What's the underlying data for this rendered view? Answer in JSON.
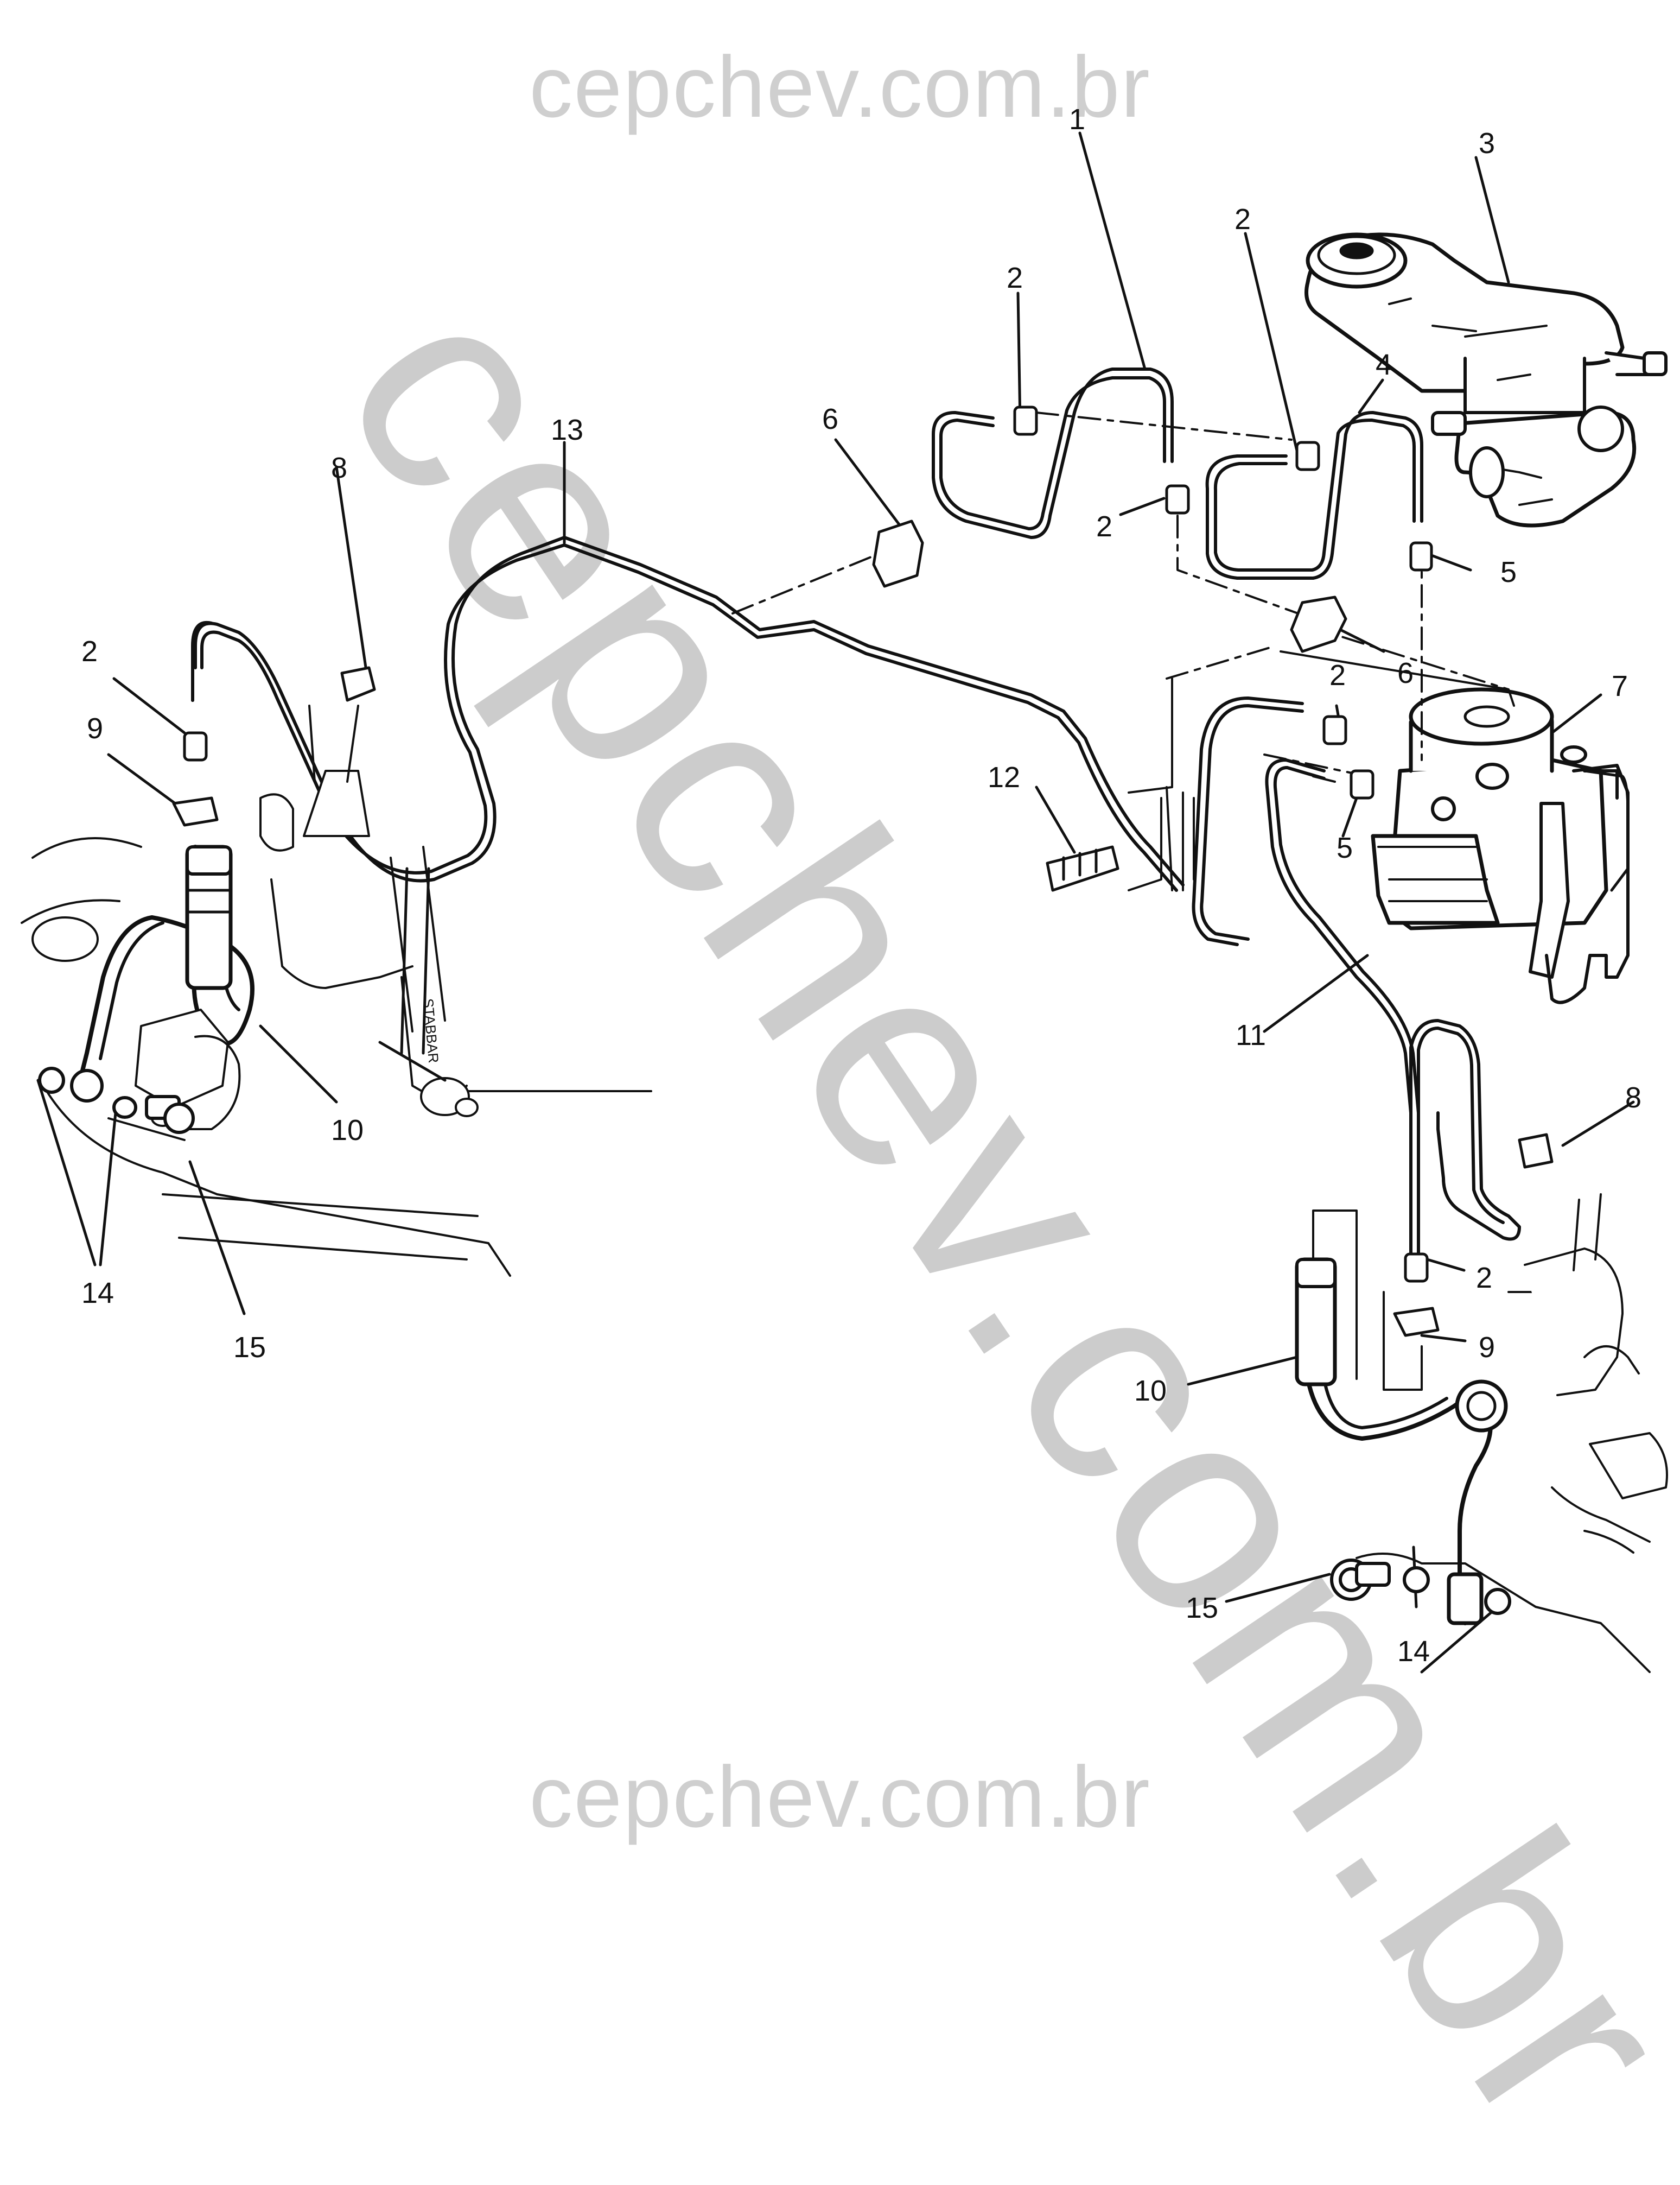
{
  "watermark": {
    "top": "cepchev.com.br",
    "diagonal": "cepchev.com.br",
    "bottom": "cepchev.com.br"
  },
  "callouts": [
    {
      "id": "c1",
      "label": "1"
    },
    {
      "id": "c2a",
      "label": "2"
    },
    {
      "id": "c2b",
      "label": "2"
    },
    {
      "id": "c2c",
      "label": "2"
    },
    {
      "id": "c2d",
      "label": "2"
    },
    {
      "id": "c2e",
      "label": "2"
    },
    {
      "id": "c2f",
      "label": "2"
    },
    {
      "id": "c3",
      "label": "3"
    },
    {
      "id": "c4",
      "label": "4"
    },
    {
      "id": "c5a",
      "label": "5"
    },
    {
      "id": "c5b",
      "label": "5"
    },
    {
      "id": "c6a",
      "label": "6"
    },
    {
      "id": "c6b",
      "label": "6"
    },
    {
      "id": "c7",
      "label": "7"
    },
    {
      "id": "c8a",
      "label": "8"
    },
    {
      "id": "c8b",
      "label": "8"
    },
    {
      "id": "c9a",
      "label": "9"
    },
    {
      "id": "c9b",
      "label": "9"
    },
    {
      "id": "c10a",
      "label": "10"
    },
    {
      "id": "c10b",
      "label": "10"
    },
    {
      "id": "c11",
      "label": "11"
    },
    {
      "id": "c12",
      "label": "12"
    },
    {
      "id": "c13",
      "label": "13"
    },
    {
      "id": "c14a",
      "label": "14"
    },
    {
      "id": "c14b",
      "label": "14"
    },
    {
      "id": "c15a",
      "label": "15"
    },
    {
      "id": "c15b",
      "label": "15"
    }
  ],
  "part_stamp": "STABBAR"
}
